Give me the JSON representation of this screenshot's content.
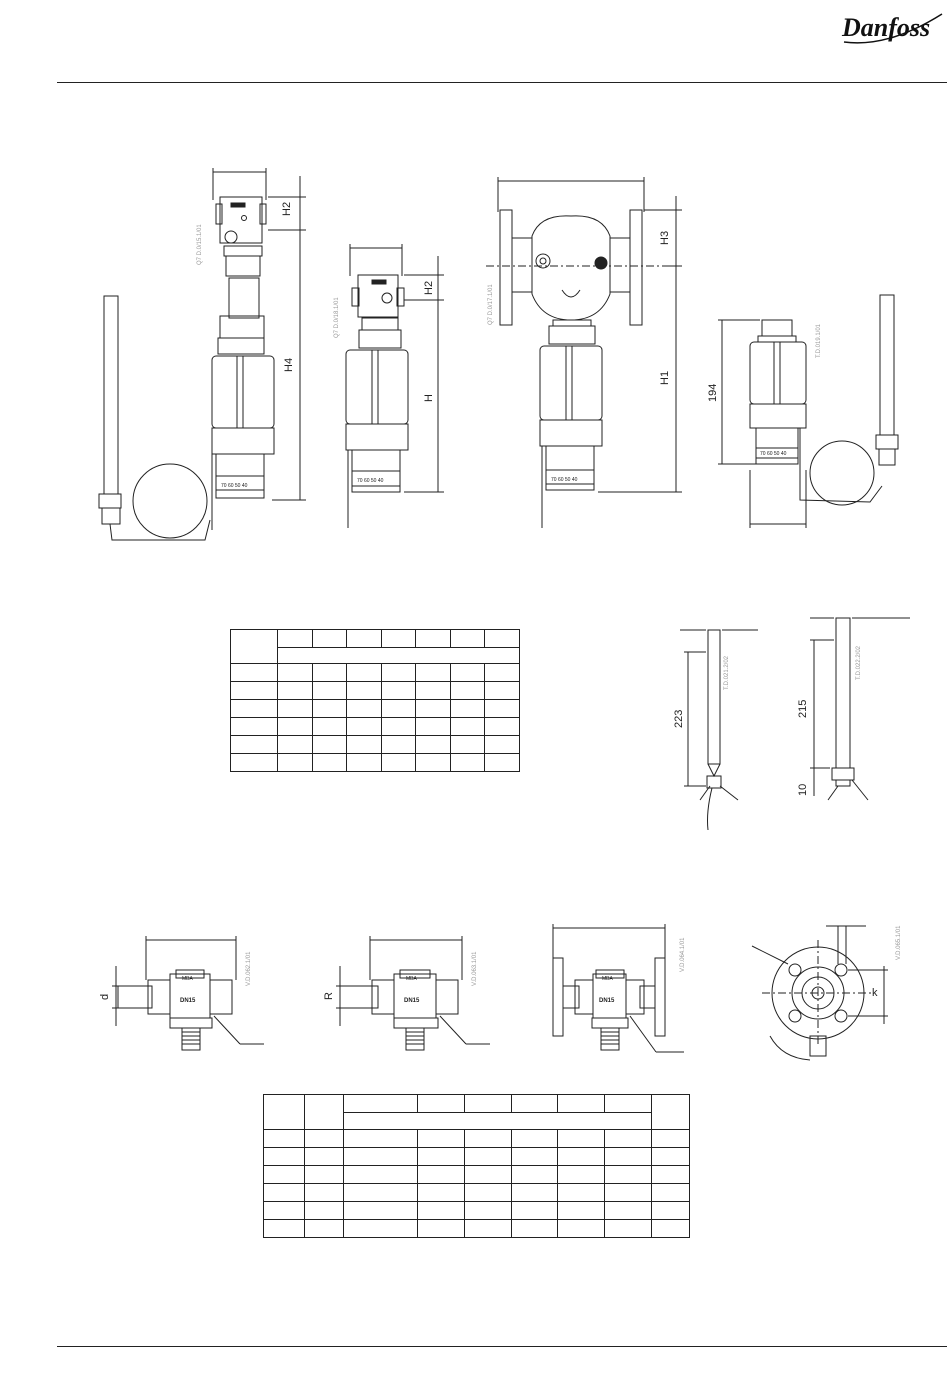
{
  "header": {
    "logo_text": "Danfoss"
  },
  "figure_codes": {
    "fig1": "Q7 D.0/15.1/01",
    "fig2": "Q7 D.0/18.1/01",
    "fig3": "Q7 D.0/17.1/01",
    "fig4": "T.D.019.1/01",
    "sensor1": "T.D.021.2/02",
    "sensor2": "T.D.022.2/02",
    "valve1": "V.D.062.1/01",
    "valve2": "V.D.063.1/01",
    "valve3": "V.D.064.1/01",
    "flange": "V.D.065.1/01"
  },
  "dimension_labels": {
    "h2_a": "H2",
    "h4": "H4",
    "h2_b": "H2",
    "h": "H",
    "h3": "H3",
    "h1": "H1",
    "d194": "194",
    "d223": "223",
    "d215": "215",
    "d10": "10",
    "d": "d",
    "r": "R",
    "k": "k"
  },
  "scale_text": "70  60  50  40",
  "valve_badge": "DN15",
  "valve_brand": "MBA"
}
